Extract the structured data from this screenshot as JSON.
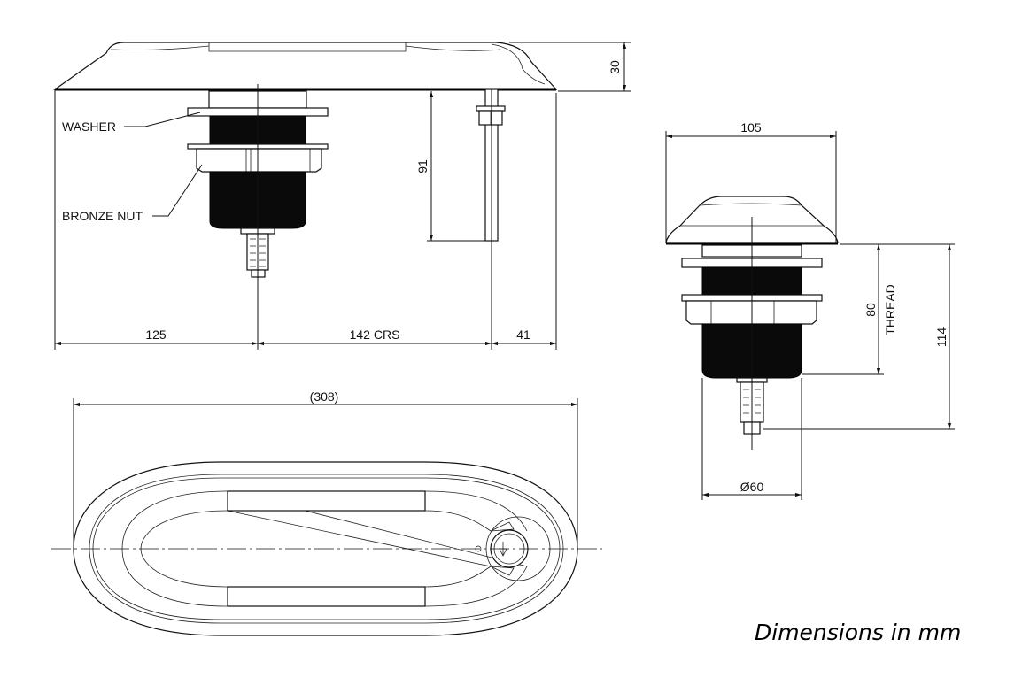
{
  "side_view": {
    "labels": {
      "washer": "WASHER",
      "bronze_nut": "BRONZE NUT"
    },
    "dimensions": {
      "left": "125",
      "centres": "142 CRS",
      "right": "41",
      "height": "30",
      "stud": "91"
    }
  },
  "end_view": {
    "dimensions": {
      "width": "105",
      "thread": "80",
      "thread_label": "THREAD",
      "overall": "114",
      "diameter": "Ø60"
    }
  },
  "plan_view": {
    "dimensions": {
      "length": "(308)"
    }
  },
  "note": "Dimensions in mm",
  "colors": {
    "line": "#111111",
    "thread_fill": "#0a0a0a",
    "background": "#ffffff"
  }
}
